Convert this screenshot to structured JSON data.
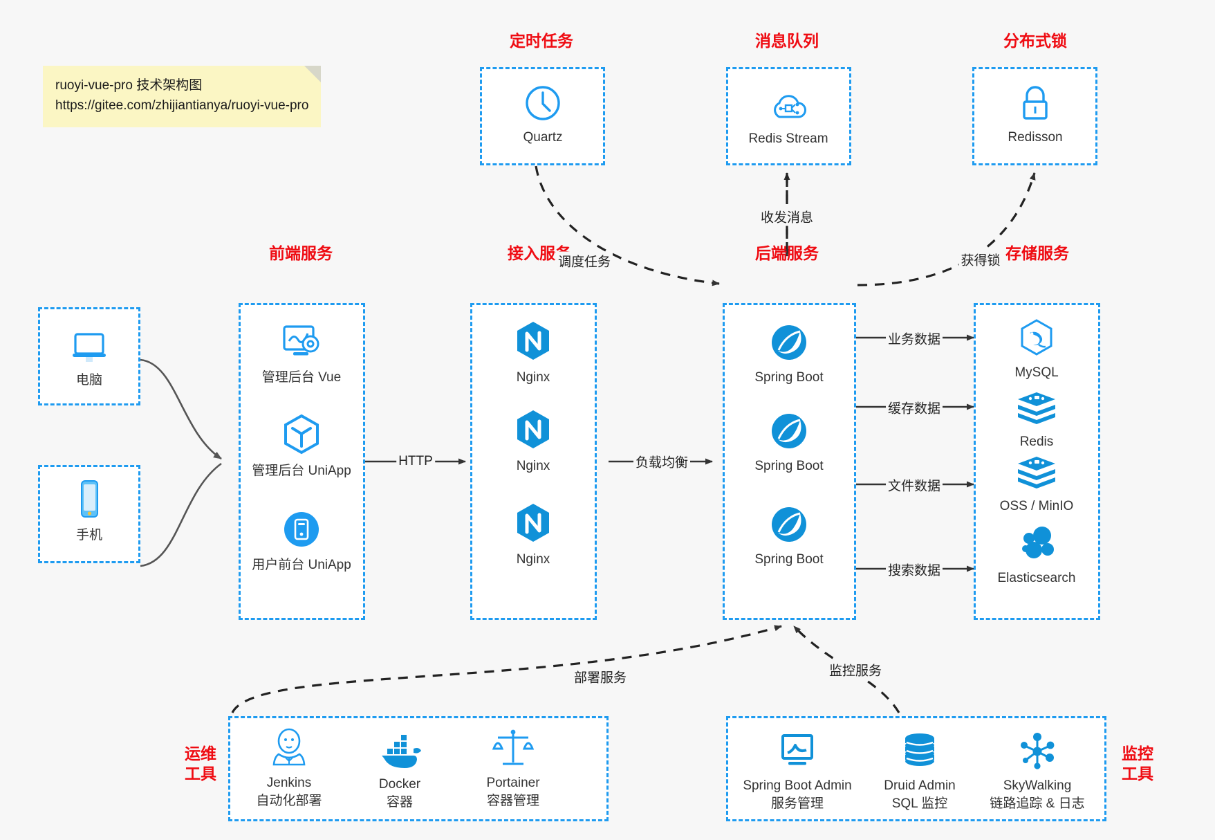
{
  "note": {
    "line1": "ruoyi-vue-pro 技术架构图",
    "line2": "https://gitee.com/zhijiantianya/ruoyi-vue-pro"
  },
  "colors": {
    "group_border": "#1e9bf0",
    "group_title": "#ef0b12",
    "icon_blue": "#1e9bf0",
    "background": "#f7f7f7",
    "edge": "#333333",
    "note_bg": "#fbf6c4"
  },
  "groups": {
    "scheduler": {
      "title": "定时任务",
      "nodes": [
        {
          "label": "Quartz",
          "icon": "clock-icon"
        }
      ]
    },
    "mq": {
      "title": "消息队列",
      "nodes": [
        {
          "label": "Redis Stream",
          "icon": "cloud-network-icon"
        }
      ]
    },
    "lock": {
      "title": "分布式锁",
      "nodes": [
        {
          "label": "Redisson",
          "icon": "lock-icon"
        }
      ]
    },
    "clients": {
      "nodes": [
        {
          "label": "电脑",
          "icon": "desktop-icon"
        },
        {
          "label": "手机",
          "icon": "mobile-icon"
        }
      ]
    },
    "frontend": {
      "title": "前端服务",
      "nodes": [
        {
          "label": "管理后台 Vue",
          "icon": "dashboard-gear-icon"
        },
        {
          "label": "管理后台 UniApp",
          "icon": "hexagon-cube-icon"
        },
        {
          "label": "用户前台 UniApp",
          "icon": "mobile-circle-icon"
        }
      ]
    },
    "gateway": {
      "title": "接入服务",
      "nodes": [
        {
          "label": "Nginx",
          "icon": "nginx-icon"
        },
        {
          "label": "Nginx",
          "icon": "nginx-icon"
        },
        {
          "label": "Nginx",
          "icon": "nginx-icon"
        }
      ]
    },
    "backend": {
      "title": "后端服务",
      "nodes": [
        {
          "label": "Spring Boot",
          "icon": "spring-boot-icon"
        },
        {
          "label": "Spring Boot",
          "icon": "spring-boot-icon"
        },
        {
          "label": "Spring Boot",
          "icon": "spring-boot-icon"
        }
      ]
    },
    "storage": {
      "title": "存储服务",
      "nodes": [
        {
          "label": "MySQL",
          "icon": "mysql-icon"
        },
        {
          "label": "Redis",
          "icon": "redis-icon"
        },
        {
          "label": "OSS / MinIO",
          "icon": "oss-icon"
        },
        {
          "label": "Elasticsearch",
          "icon": "elasticsearch-icon"
        }
      ]
    },
    "devops": {
      "title_line1": "运维",
      "title_line2": "工具",
      "nodes": [
        {
          "label": "Jenkins",
          "sub": "自动化部署",
          "icon": "jenkins-icon"
        },
        {
          "label": "Docker",
          "sub": "容器",
          "icon": "docker-icon"
        },
        {
          "label": "Portainer",
          "sub": "容器管理",
          "icon": "scales-icon"
        }
      ]
    },
    "monitoring": {
      "title_line1": "监控",
      "title_line2": "工具",
      "nodes": [
        {
          "label": "Spring Boot Admin",
          "sub": "服务管理",
          "icon": "monitor-chart-icon"
        },
        {
          "label": "Druid Admin",
          "sub": "SQL 监控",
          "icon": "database-icon"
        },
        {
          "label": "SkyWalking",
          "sub": "链路追踪 & 日志",
          "icon": "skywalking-icon"
        }
      ]
    }
  },
  "edges": [
    {
      "label": "HTTP",
      "from": "frontend",
      "to": "gateway"
    },
    {
      "label": "负载均衡",
      "from": "gateway",
      "to": "backend"
    },
    {
      "label": "调度任务",
      "from": "scheduler",
      "to": "backend"
    },
    {
      "label": "收发消息",
      "from": "backend",
      "to": "mq"
    },
    {
      "label": "获得锁",
      "from": "backend",
      "to": "lock"
    },
    {
      "label": "业务数据",
      "from": "backend",
      "to": "mysql"
    },
    {
      "label": "缓存数据",
      "from": "backend",
      "to": "redis"
    },
    {
      "label": "文件数据",
      "from": "backend",
      "to": "oss"
    },
    {
      "label": "搜索数据",
      "from": "backend",
      "to": "elasticsearch"
    },
    {
      "label": "部署服务",
      "from": "devops",
      "to": "backend"
    },
    {
      "label": "监控服务",
      "from": "monitoring",
      "to": "backend"
    }
  ]
}
